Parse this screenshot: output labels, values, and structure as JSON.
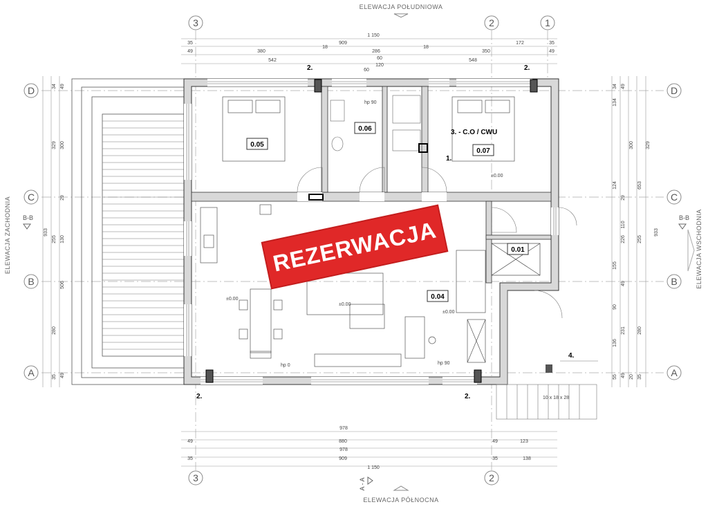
{
  "elevations": {
    "south": "ELEWACJA POŁUDNIOWA",
    "north": "ELEWACJA PÓŁNOCNA",
    "west": "ELEWACJA ZACHODNIA",
    "east": "ELEWACJA WSCHODNIA"
  },
  "axes": {
    "top": [
      "3",
      "2",
      "1"
    ],
    "bottom": [
      "3",
      "2"
    ],
    "left": [
      "D",
      "C",
      "B",
      "A"
    ],
    "right": [
      "D",
      "C",
      "B",
      "A"
    ]
  },
  "sections": {
    "bb_left": "B-B",
    "bb_right": "B-B",
    "aa": "A - A"
  },
  "rooms": {
    "r005": "0.05",
    "r006": "0.06",
    "r007": "0.07",
    "r001": "0.01",
    "r004": "0.04"
  },
  "labels": {
    "co_cwu": "3. - C.O / CWU",
    "marker1": "1.",
    "marker2": "2.",
    "marker4": "4.",
    "hp90": "hp 90",
    "hp0": "hp 0",
    "level": "±0.00",
    "stairs": "10 x 18 x 28"
  },
  "dims_top": {
    "d1150": "1 150",
    "d35a": "35",
    "d909": "909",
    "d172": "172",
    "d35b": "35",
    "d49a": "49",
    "d380": "380",
    "d18a": "18",
    "d286": "286",
    "d18b": "18",
    "d350": "350",
    "d49b": "49",
    "d542": "542",
    "d60a": "60",
    "d548": "548",
    "d60b": "60",
    "d120": "120"
  },
  "dims_bottom": {
    "d978a": "978",
    "d49a": "49",
    "d880": "880",
    "d49b": "49",
    "d123": "123",
    "d978b": "978",
    "d35a": "35",
    "d909": "909",
    "d35b": "35",
    "d138": "138",
    "d1150": "1 150"
  },
  "dims_left": [
    "34",
    "49",
    "329",
    "300",
    "29",
    "933",
    "255",
    "130",
    "506",
    "280",
    "49",
    "35"
  ],
  "dims_right": [
    "49",
    "34",
    "134",
    "300",
    "329",
    "124",
    "653",
    "29",
    "110",
    "226",
    "255",
    "933",
    "155",
    "49",
    "90",
    "231",
    "280",
    "136",
    "49",
    "35",
    "20",
    "55"
  ],
  "stamp": {
    "text": "REZERWACJA"
  }
}
